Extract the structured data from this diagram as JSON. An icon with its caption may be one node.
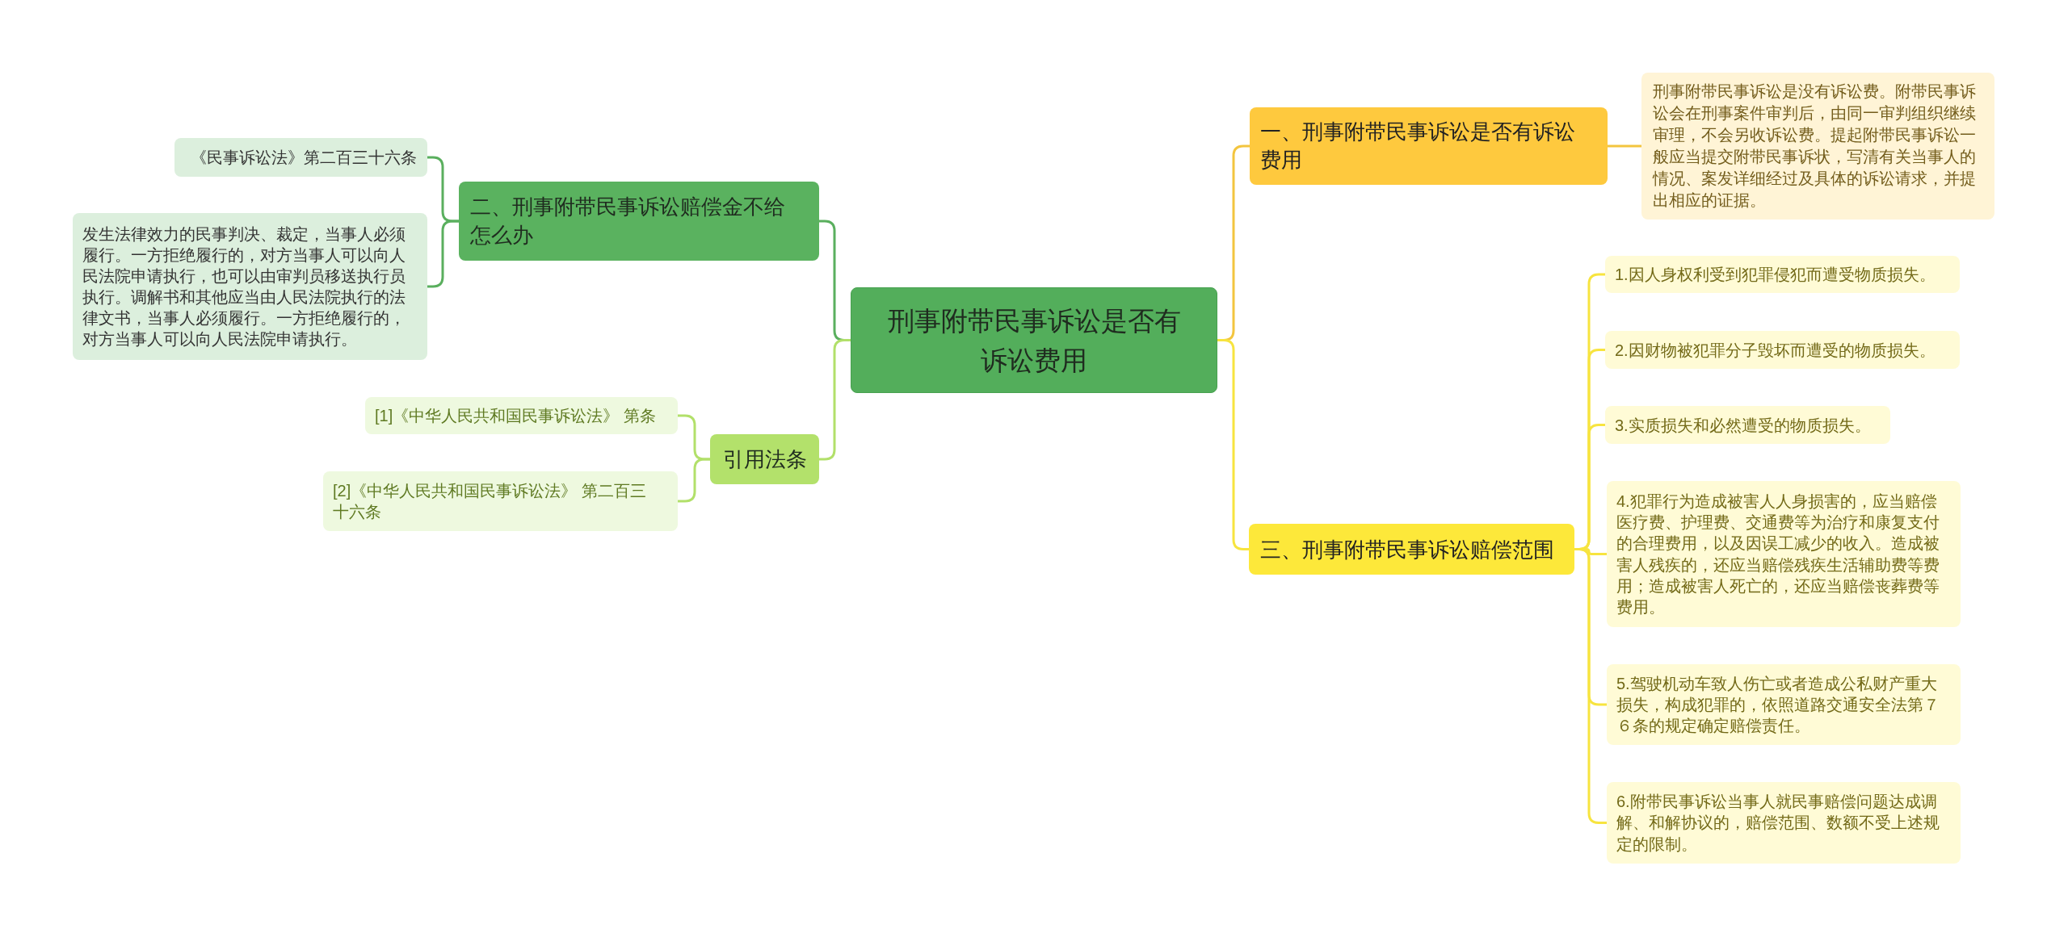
{
  "diagram": {
    "nodes": [
      {
        "text": [
          "刑事附带民事诉讼是否有诉讼费用"
        ]
      },
      {
        "text": [
          "二、刑事附带民事诉讼赔偿金不给怎么办"
        ]
      },
      {
        "text": [
          "《民事诉讼法》第二百三十六条"
        ]
      },
      {
        "text": [
          "发生法律效力的民事判决、裁定，当事人必须履行。一方拒绝履行的，对方当事人可以向人民法院申请执行，也可以由审判员移送执行员执行。调解书和其他应当由人民法院执行的法律文书，当事人必须履行。一方拒绝履行的，对方当事人可以向人民法院申请执行。"
        ]
      },
      {
        "text": [
          "引用法条"
        ]
      },
      {
        "text": [
          "[1]《中华人民共和国民事诉讼法》 第条"
        ]
      },
      {
        "text": [
          "[2]《中华人民共和国民事诉讼法》 第二百三十六条"
        ]
      },
      {
        "text": [
          "一、刑事附带民事诉讼是否有诉讼费用"
        ]
      },
      {
        "text": [
          "刑事附带民事诉讼是没有诉讼费。附带民事诉讼会在刑事案件审判后，由同一审判组织继续审理，不会另收诉讼费。提起附带民事诉讼一般应当提交附带民事诉状，写清有关当事人的情况、案发详细经过及具体的诉讼请求，并提出相应的证据。"
        ]
      },
      {
        "text": [
          "三、刑事附带民事诉讼赔偿范围"
        ]
      },
      {
        "text": [
          "1.因人身权利受到犯罪侵犯而遭受物质损失。"
        ]
      },
      {
        "text": [
          "2.因财物被犯罪分子毁坏而遭受的物质损失。"
        ]
      },
      {
        "text": [
          "3.实质损失和必然遭受的物质损失。"
        ]
      },
      {
        "text": [
          "4.犯罪行为造成被害人人身损害的，应当赔偿医疗费、护理费、交通费等为治疗和康复支付的合理费用，以及因误工减少的收入。造成被害人残疾的，还应当赔偿残疾生活辅助费等费用；造成被害人死亡的，还应当赔偿丧葬费等费用。"
        ]
      },
      {
        "text": [
          "5.驾驶机动车致人伤亡或者造成公私财产重大损失，构成犯罪的，依照道路交通安全法第７６条的规定确定赔偿责任。"
        ]
      },
      {
        "text": [
          "6.附带民事诉讼当事人就民事赔偿问题达成调解、和解协议的，赔偿范围、数额不受上述规定的限制。"
        ]
      }
    ],
    "edges": [
      {
        "from": 0,
        "to": 1,
        "arrow": "none",
        "color": "#5aaf5e"
      },
      {
        "from": 1,
        "to": 2,
        "arrow": "none",
        "color": "#5aaf5e"
      },
      {
        "from": 1,
        "to": 3,
        "arrow": "none",
        "color": "#5aaf5e"
      },
      {
        "from": 0,
        "to": 4,
        "arrow": "none",
        "color": "#b2e06a"
      },
      {
        "from": 4,
        "to": 5,
        "arrow": "none",
        "color": "#b2e06a"
      },
      {
        "from": 4,
        "to": 6,
        "arrow": "none",
        "color": "#b2e06a"
      },
      {
        "from": 0,
        "to": 7,
        "arrow": "none",
        "color": "#f3c53f"
      },
      {
        "from": 7,
        "to": 8,
        "arrow": "none",
        "color": "#f3c53f"
      },
      {
        "from": 0,
        "to": 9,
        "arrow": "none"
      },
      {
        "from": 9,
        "to": 10,
        "arrow": "none"
      },
      {
        "from": 9,
        "to": 11,
        "arrow": "none"
      },
      {
        "from": 9,
        "to": 12,
        "arrow": "none"
      },
      {
        "from": 9,
        "to": 13,
        "arrow": "none"
      },
      {
        "from": 9,
        "to": 14,
        "arrow": "none"
      },
      {
        "from": 9,
        "to": 15,
        "arrow": "none"
      }
    ]
  }
}
